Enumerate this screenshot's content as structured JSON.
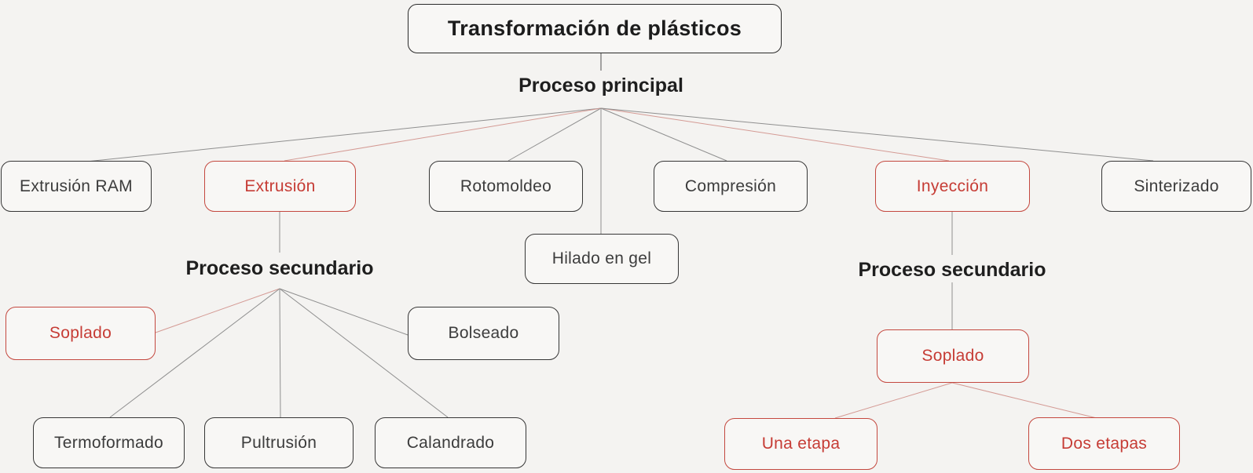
{
  "diagram": {
    "type": "concept-map",
    "topic": "plastic transformation processes",
    "nodes": {
      "title": "Transformación de plásticos",
      "proceso_principal": "Proceso principal",
      "extrusion_ram": "Extrusión RAM",
      "extrusion": "Extrusión",
      "rotomoldeo": "Rotomoldeo",
      "compresion": "Compresión",
      "inyeccion": "Inyección",
      "sinterizado": "Sinterizado",
      "hilado_en_gel": "Hilado en gel",
      "proceso_secundario_left": "Proceso secundario",
      "proceso_secundario_right": "Proceso secundario",
      "soplado_left": "Soplado",
      "bolseado": "Bolseado",
      "termoformado": "Termoformado",
      "pultrusion": "Pultrusión",
      "calandrado": "Calandrado",
      "soplado_right": "Soplado",
      "una_etapa": "Una etapa",
      "dos_etapas": "Dos etapas"
    },
    "hierarchy": {
      "root": "Transformación de plásticos",
      "main_branch_label": "Proceso principal",
      "main_processes": [
        "Extrusión RAM",
        "Extrusión",
        "Rotomoldeo",
        "Hilado en gel",
        "Compresión",
        "Inyección",
        "Sinterizado"
      ],
      "extrusion_secondary_label": "Proceso secundario",
      "extrusion_secondary": [
        "Soplado",
        "Bolseado",
        "Termoformado",
        "Pultrusión",
        "Calandrado"
      ],
      "inyeccion_secondary_label": "Proceso secundario",
      "inyeccion_secondary": [
        "Soplado"
      ],
      "soplado_inyeccion_children": [
        "Una etapa",
        "Dos etapas"
      ],
      "red_highlighted_nodes": [
        "Extrusión",
        "Inyección",
        "Soplado (extrusión)",
        "Soplado (inyección)",
        "Una etapa",
        "Dos etapas"
      ]
    },
    "colors": {
      "background": "#f4f3f1",
      "node_background": "#f8f7f5",
      "dark_border": "#363636",
      "dark_text": "#1c1c1c",
      "node_text": "#3c3c3c",
      "accent_red_text": "#c63c35",
      "accent_red_border": "#c4483f",
      "red_connector": "#d49a94",
      "gray_connector": "#8f8f8f"
    }
  }
}
